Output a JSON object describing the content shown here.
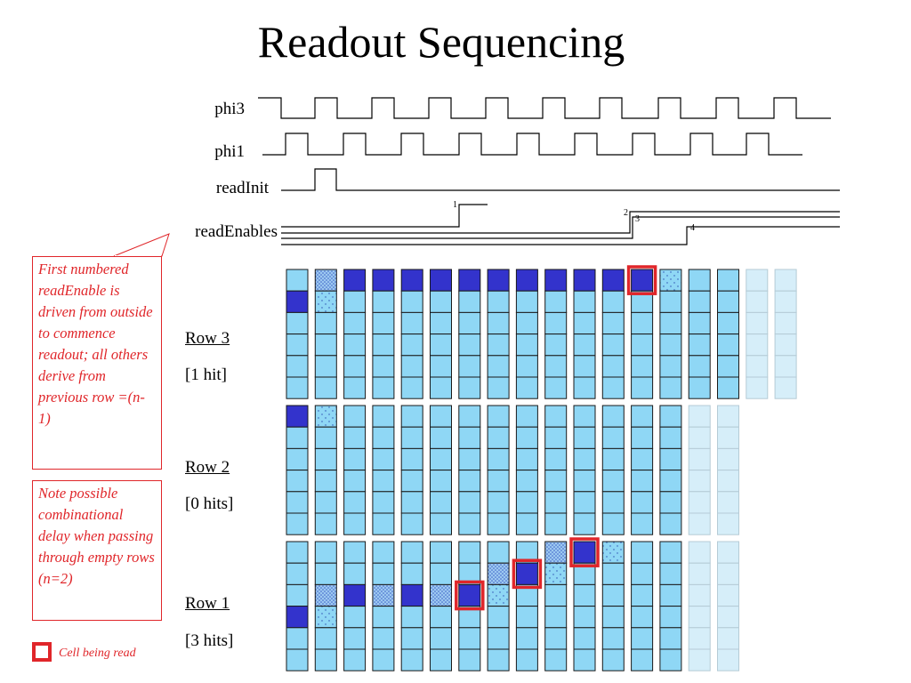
{
  "title": "Readout Sequencing",
  "signals": {
    "phi3": "phi3",
    "phi1": "phi1",
    "readInit": "readInit",
    "readEnables": "readEnables"
  },
  "enable_markers": [
    "1",
    "2",
    "3",
    "4"
  ],
  "rows": [
    {
      "name": "Row 3",
      "hits": "[1 hit]"
    },
    {
      "name": "Row 2",
      "hits": "[0 hits]"
    },
    {
      "name": "Row 1",
      "hits": "[3 hits]"
    }
  ],
  "callouts": {
    "first": "First numbered readEnable is driven from outside to commence readout; all others derive from previous row =(n-1)",
    "note": "Note possible combinational delay when passing through empty rows (n=2)"
  },
  "legend": {
    "label": "Cell being read"
  },
  "colors": {
    "cell": "#8fd7f5",
    "cell_faded": "#d6eef9",
    "hit": "#3333cc",
    "marker": "#e0262a",
    "outline": "#000000"
  }
}
